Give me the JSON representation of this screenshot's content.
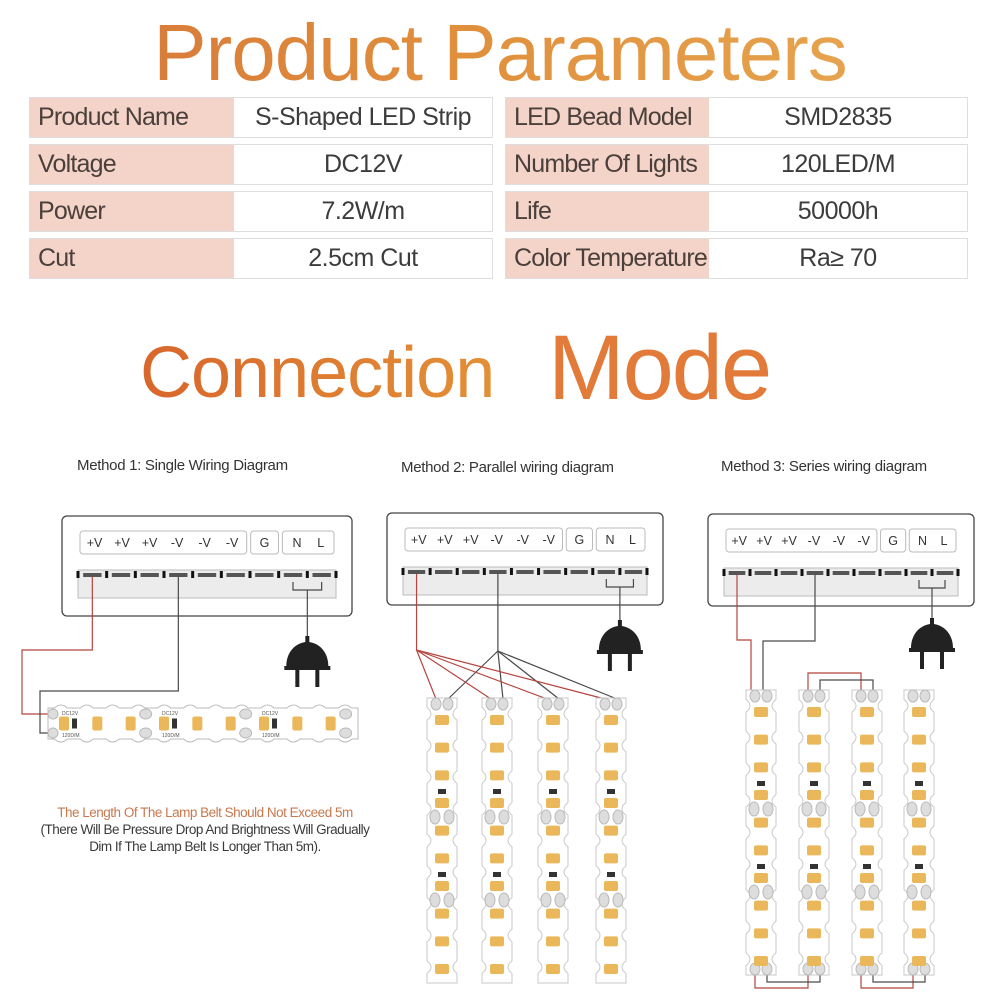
{
  "header": {
    "title": "Product Parameters",
    "section_title_part1": "Connection",
    "section_title_part2": "Mode"
  },
  "colors": {
    "title_orange": "#e08f3c",
    "key_cell_bg": "#f4d4c8",
    "wire_positive": "#b5453f",
    "wire_negative": "#4a4a4a",
    "led_chip": "#eab85a",
    "note_orange": "#c9784d"
  },
  "parameters": {
    "left": [
      {
        "key": "Product Name",
        "value": "S-Shaped LED Strip"
      },
      {
        "key": "Voltage",
        "value": "DC12V"
      },
      {
        "key": "Power",
        "value": "7.2W/m"
      },
      {
        "key": "Cut",
        "value": "2.5cm Cut"
      }
    ],
    "right": [
      {
        "key": "LED Bead Model",
        "value": "SMD2835"
      },
      {
        "key": "Number Of Lights",
        "value": "120LED/M"
      },
      {
        "key": "Life",
        "value": "50000h"
      },
      {
        "key": "Color Temperature",
        "value": "Ra≥ 70"
      }
    ]
  },
  "methods": [
    {
      "label": "Method 1: Single Wiring Diagram",
      "strip_count": 1
    },
    {
      "label": "Method 2: Parallel wiring diagram",
      "strip_count": 4
    },
    {
      "label": "Method 3: Series wiring diagram",
      "strip_count": 4
    }
  ],
  "power_supply": {
    "terminals": [
      "+V",
      "+V",
      "+V",
      "-V",
      "-V",
      "-V",
      "G",
      "N",
      "L"
    ]
  },
  "strip_markings": {
    "voltage": "DC12V",
    "density": "120D/M",
    "plus": "+",
    "minus": "-"
  },
  "note": {
    "warning": "The Length Of The Lamp Belt Should Not Exceed 5m",
    "detail_line1": "(There Will Be Pressure Drop And Brightness Will Gradually",
    "detail_line2": "Dim If The Lamp Belt Is Longer Than 5m)."
  }
}
